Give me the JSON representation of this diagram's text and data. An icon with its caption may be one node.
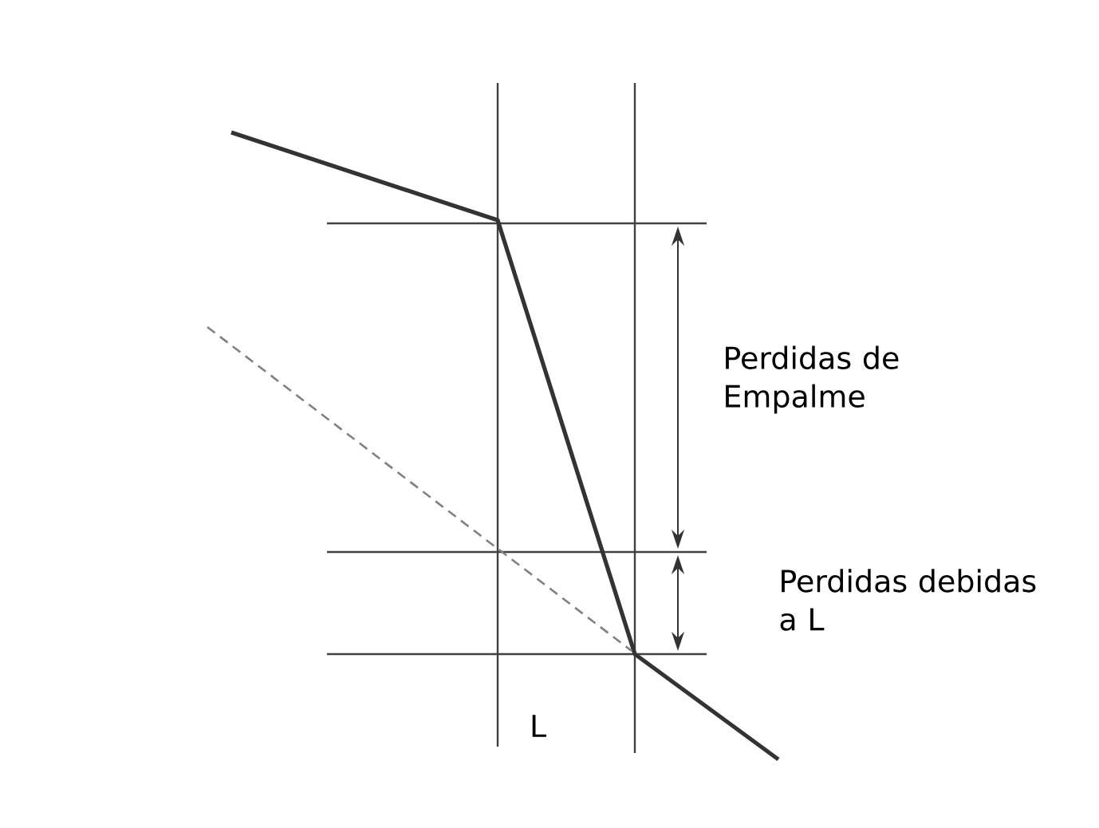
{
  "diagram": {
    "labels": [
      "Perdidas de Empalme",
      "Perdidas debidas a L",
      "L"
    ]
  }
}
